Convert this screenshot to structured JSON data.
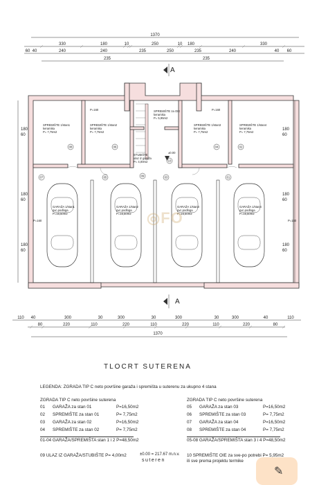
{
  "dims": {
    "total_top": "1370",
    "top_segments": [
      "330",
      "180",
      "10",
      "250",
      "10",
      "180",
      "330"
    ],
    "top_row2": [
      "60",
      "40",
      "240",
      "240",
      "235",
      "250",
      "235",
      "240",
      "40",
      "60"
    ],
    "top_row3": [
      "235",
      "235"
    ],
    "bottom_segments": [
      "110",
      "40",
      "300",
      "30",
      "300",
      "30",
      "300",
      "30",
      "300",
      "40",
      "110"
    ],
    "bottom_row2": [
      "80",
      "220",
      "110",
      "220",
      "110",
      "220",
      "110",
      "220",
      "80"
    ],
    "total_bottom": "1370",
    "left_heights": [
      "180",
      "60",
      "180",
      "60",
      "180",
      "60"
    ],
    "right_heights": [
      "180",
      "60",
      "180",
      "60",
      "180",
      "60"
    ]
  },
  "section_marker": "A",
  "level_marker": "±0.00",
  "rooms": [
    {
      "label": "SPREMIŠTE 1/stan1",
      "sub": "keramika",
      "area": "P= 7,75m2",
      "num": "08"
    },
    {
      "label": "SPREMIŠTE 1/stan2",
      "sub": "keramika",
      "area": "P= 7,75m2",
      "num": "06"
    },
    {
      "label": "SPREMIŠTE za OIE",
      "sub": "keramika",
      "area": "P= 5,95m2",
      "num": "10"
    },
    {
      "label": "STUBIŠTE",
      "sub": "ulaz iz garaža",
      "area": "P= 4,00m2",
      "num": "09"
    },
    {
      "label": "SPREMIŠTE 1/stan3",
      "sub": "keramika",
      "area": "P= 7,75m2",
      "num": "04"
    },
    {
      "label": "SPREMIŠTE 1/stan4",
      "sub": "keramika",
      "area": "P= 7,75m2",
      "num": "02"
    }
  ],
  "garages": [
    {
      "label": "GARAŽA 1/stan1",
      "sub": "pvc.podloga",
      "area": "P=16,50m2",
      "num": "07"
    },
    {
      "label": "GARAŽA 1/stan2",
      "sub": "pvc.podloga",
      "area": "P=16,50m2",
      "num": "05"
    },
    {
      "label": "GARAŽA 1/stan3",
      "sub": "pvc.podloga",
      "area": "P=16,50m2",
      "num": "03"
    },
    {
      "label": "GARAŽA 1/stan4",
      "sub": "pvc.podloga",
      "area": "P=16,50m2",
      "num": "01"
    }
  ],
  "door_labels": [
    "P=160",
    "P=160",
    "P=160",
    "P=160"
  ],
  "title": "TLOCRT SUTERENA",
  "legend_title": "LEGENDA: ZGRADA TIP C neto površine garaža i spremišta u suterenu za ukupno 4 stana",
  "left_column": {
    "heading": "ZGRADA TIP C neto površine suterena",
    "rows": [
      {
        "n": "01",
        "t": "GARAŽA za stan 01",
        "a": "P=16,50m2"
      },
      {
        "n": "02",
        "t": "SPREMIŠTE za stan 01",
        "a": "P= 7,75m2"
      },
      {
        "n": "03",
        "t": "GARAŽA za stan 02",
        "a": "P=16,50m2"
      },
      {
        "n": "04",
        "t": "SPREMIŠTE za stan 02",
        "a": "P= 7,75m2"
      }
    ],
    "total": "01-04  GARAŽA/SPREMIŠTA stan 1 i 2   P=48,50m2",
    "extra": "09 ULAZ IZ GARAŽA/STUBIŠTE  P= 4,00m2"
  },
  "right_column": {
    "heading": "ZGRADA TIP C neto površine suterena",
    "rows": [
      {
        "n": "05",
        "t": "GARAŽA za stan 03",
        "a": "P=16,50m2"
      },
      {
        "n": "06",
        "t": "SPREMIŠTE za stan 03",
        "a": "P= 7,75m2"
      },
      {
        "n": "07",
        "t": "GARAŽA za stan 04",
        "a": "P=16,50m2"
      },
      {
        "n": "08",
        "t": "SPREMIŠTE za stan 04",
        "a": "P= 7,75m2"
      }
    ],
    "total": "05-08  GARAŽA/SPREMIŠTA stan 3 i 4   P=48,50m2",
    "extra": "10 SPREMIŠTE OIE za sve-po potrebi  P= 5,95m2",
    "extra2": "ili sve prema projektu termike"
  },
  "elevation": "±0.00 = 217.67 m.n.v.",
  "level_name": "suteren",
  "fab_icon": "pencil-icon"
}
